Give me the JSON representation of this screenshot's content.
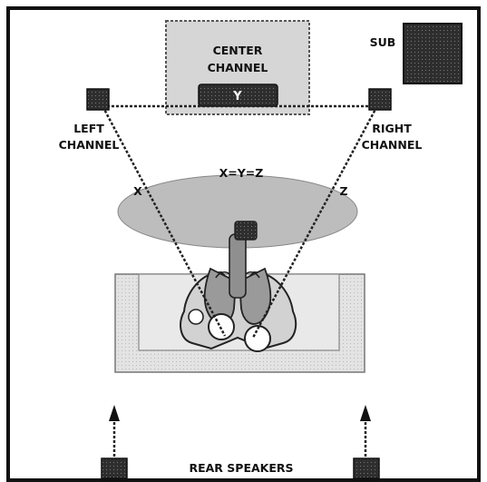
{
  "labels": {
    "center_line1": "CENTER",
    "center_line2": "CHANNEL",
    "center_y": "Y",
    "sub": "SUB",
    "left_line1": "LEFT",
    "left_line2": "CHANNEL",
    "right_line1": "RIGHT",
    "right_line2": "CHANNEL",
    "equation": "X=Y=Z",
    "x_label": "X",
    "z_label": "Z",
    "rear": "REAR SPEAKERS"
  },
  "colors": {
    "frame": "#111111",
    "speaker": "#2e2e2e",
    "center_box_fill": "#d6d6d6",
    "ellipse_fill": "#bdbdbd",
    "couch_fill": "#e6e6e6",
    "line": "#222222"
  }
}
